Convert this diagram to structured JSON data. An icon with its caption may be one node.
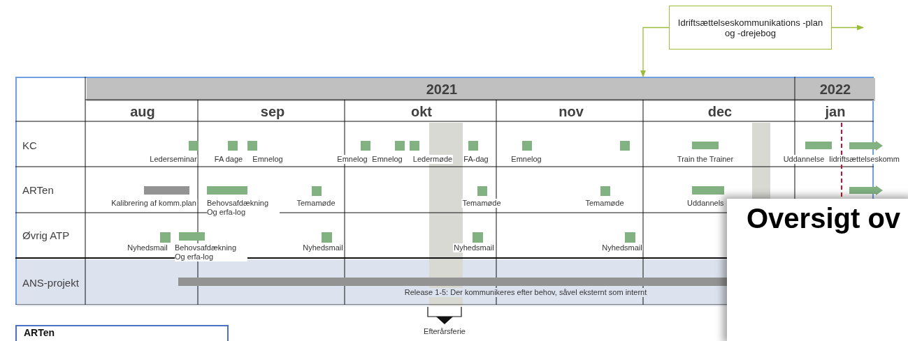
{
  "diagram": {
    "nodes": [
      {
        "text": [
          "Idriftsættelseskommunikations -plan og -drejebog"
        ]
      },
      {
        "text": [],
        "shape": "box"
      },
      {
        "text": [],
        "shape": "bar",
        "in": 1
      },
      {
        "text": [],
        "shape": "bar",
        "in": 1
      }
    ],
    "edges": [
      {
        "from": 0,
        "to": 1,
        "arrow": "to"
      },
      {
        "from": 0,
        "to": null,
        "arrow": "to"
      }
    ],
    "labels": [
      "2021",
      "2022",
      "aug",
      "sep",
      "okt",
      "nov",
      "dec",
      "jan",
      "KC",
      "Lederseminar",
      "FA dage",
      "Emnelog",
      "Emnelog",
      "Emnelog",
      "Ledermøde",
      "FA-dag",
      "Emnelog",
      "Train the Trainer",
      "Uddannelse",
      "Iidriftsættelseskomm",
      "ARTen",
      "Kalibrering af komm.plan",
      "Behovsafdækning Og erfa-log",
      "Temamøde",
      "Temamøde",
      "Temamøde",
      "Uddannels",
      "Øvrig ATP",
      "Nyhedsmail",
      "Behovsafdækning Og erfa-log",
      "Nyhedsmail",
      "Nyhedsmail",
      "Nyhedsmail",
      "ANS-projekt",
      "Release 1-5: Der kommunikeres efter behov, såvel eksternt som internt",
      "ARTen",
      "Efterårsferie",
      "Oversigt ov"
    ]
  }
}
